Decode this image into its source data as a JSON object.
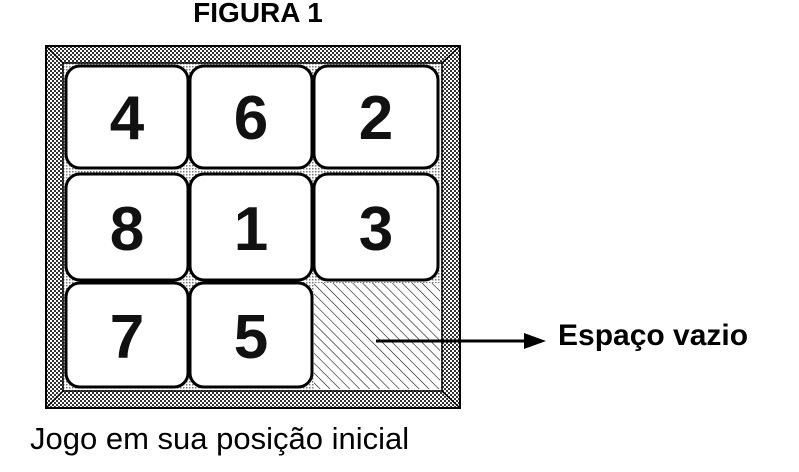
{
  "figure": {
    "title": "FIGURA 1",
    "caption": "Jogo em sua posição inicial"
  },
  "board": {
    "rows": [
      [
        "4",
        "6",
        "2"
      ],
      [
        "8",
        "1",
        "3"
      ],
      [
        "7",
        "5",
        ""
      ]
    ],
    "empty_cell_label": "Espaço vazio"
  },
  "colors": {
    "ink": "#000000",
    "tile_fill": "#ffffff",
    "frame_texture": "#555555"
  },
  "icons": {
    "pointer": "arrow-right-icon"
  }
}
